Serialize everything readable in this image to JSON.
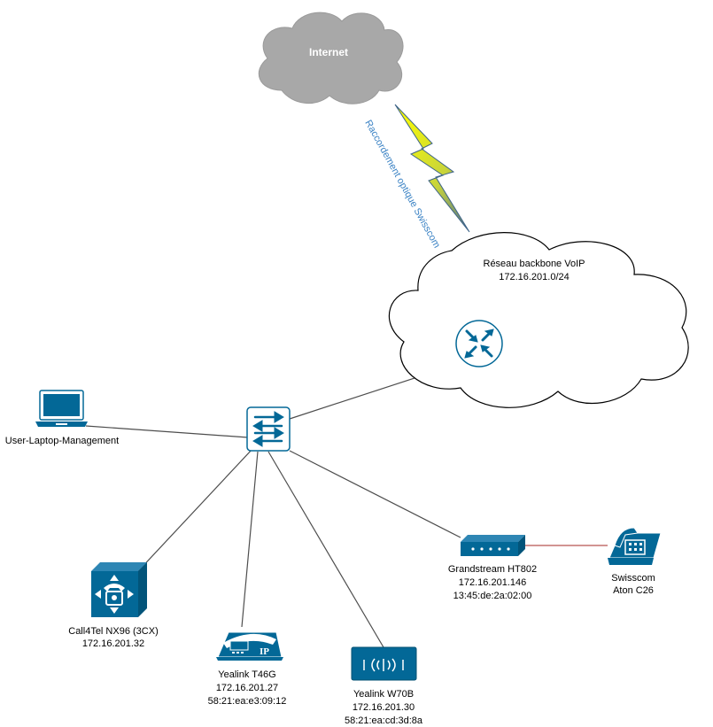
{
  "internet": {
    "label": "Internet"
  },
  "optical_link": {
    "label": "Raccordement optique Swisscom"
  },
  "backbone": {
    "name": "Réseau backbone VoIP",
    "subnet": "172.16.201.0/24"
  },
  "laptop": {
    "label": "User-Laptop-Management"
  },
  "pbx": {
    "name": "Call4Tel NX96 (3CX)",
    "ip": "172.16.201.32"
  },
  "phone_t46g": {
    "name": "Yealink T46G",
    "ip": "172.16.201.27",
    "mac": "58:21:ea:e3:09:12"
  },
  "dect_w70b": {
    "name": "Yealink W70B",
    "ip": "172.16.201.30",
    "mac": "58:21:ea:cd:3d:8a"
  },
  "ata": {
    "name": "Grandstream HT802",
    "ip": "172.16.201.146",
    "mac": "13:45:de:2a:02:00"
  },
  "analog_phone": {
    "name": "Swisscom",
    "model": "Aton C26"
  },
  "colors": {
    "cisco_blue": "#036897",
    "cloud_gray": "#a8a8a8",
    "link_line": "#4d4d4d",
    "analog_line": "#b85450",
    "optical_label": "#3a82c4",
    "bolt_yellow": "#ffff00"
  },
  "icons": {
    "router": "router-icon",
    "switch": "switch-icon",
    "laptop": "laptop-icon",
    "pbx": "pbx-icon",
    "ip_phone": "ip-phone-icon",
    "dect_base": "dect-base-icon",
    "ata": "ata-icon",
    "analog_phone": "analog-phone-icon"
  }
}
